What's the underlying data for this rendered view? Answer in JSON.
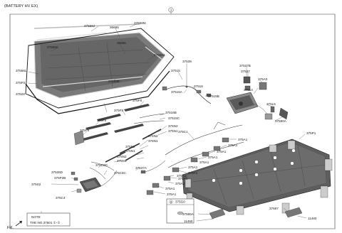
{
  "header": {
    "variant": "(BATTERY HV EX)",
    "circle_ref": "1"
  },
  "note": {
    "title": "NOTE",
    "text": "THE NO.37501 ①-②"
  },
  "direction": "FR.",
  "inset": {
    "ref": "375G0",
    "marker": "a"
  },
  "callouts": {
    "c37558J": "37558J",
    "c36685a": "36685",
    "c37558M": "37558M",
    "c37556K": "37556K",
    "c36685b": "36685",
    "c37558J2": "37558J",
    "c37558L": "37558L",
    "c375P2": "375P2",
    "c37558K": "37558K",
    "c37528": "37528",
    "c375F8a": "375F8",
    "c375F8b": "375F8",
    "c375F8c": "375F8",
    "c375F9": "375F9",
    "c37516B": "37516B",
    "c37515C": "37515C",
    "c375N2a": "375N2",
    "c375N1a": "375N1",
    "c375N2b": "375N2",
    "c375N1b": "375N1",
    "c375N2c": "375N2",
    "c375N1c": "375N1",
    "c375N2d": "375N2",
    "c375N1d": "375N1",
    "c375C6D": "375C6D",
    "c37537A": "37537A",
    "c375C6C": "375C6C",
    "c37535D": "37535D",
    "c375P2B": "375P2B",
    "c375S2": "375S2",
    "c375C4": "375C4",
    "c37515": "37515",
    "c37539": "37539",
    "c37516": "37516",
    "c37516A": "37516A",
    "c37515B": "37515B",
    "c37537B": "37537B",
    "c37537": "37537",
    "c375A0": "375A0",
    "c37514": "37514",
    "c375L5": "375L5",
    "c37590A": "37590A",
    "c375C1": "375C1",
    "c375P1": "375P1",
    "c375A1a": "375A1",
    "c375A1b": "375A1",
    "c375A1c": "375A1",
    "c375A1d": "375A1",
    "c375A1e": "375A1",
    "c375A1f": "375A1",
    "c375A1g": "375A1",
    "c375A1h": "375A1",
    "c375A1i": "375A1",
    "c375A1j": "375A1",
    "c375A1k": "375A1",
    "c375A1l": "375A1",
    "c37565A": "37565A",
    "c11460a": "11460",
    "c37587": "37587",
    "c11460b": "11460"
  },
  "colors": {
    "tray": "#6f6f6f",
    "tray_dark": "#4a4a4a",
    "floor": "#5c5c5c",
    "frame": "#b0b0b0",
    "line": "#444444"
  }
}
